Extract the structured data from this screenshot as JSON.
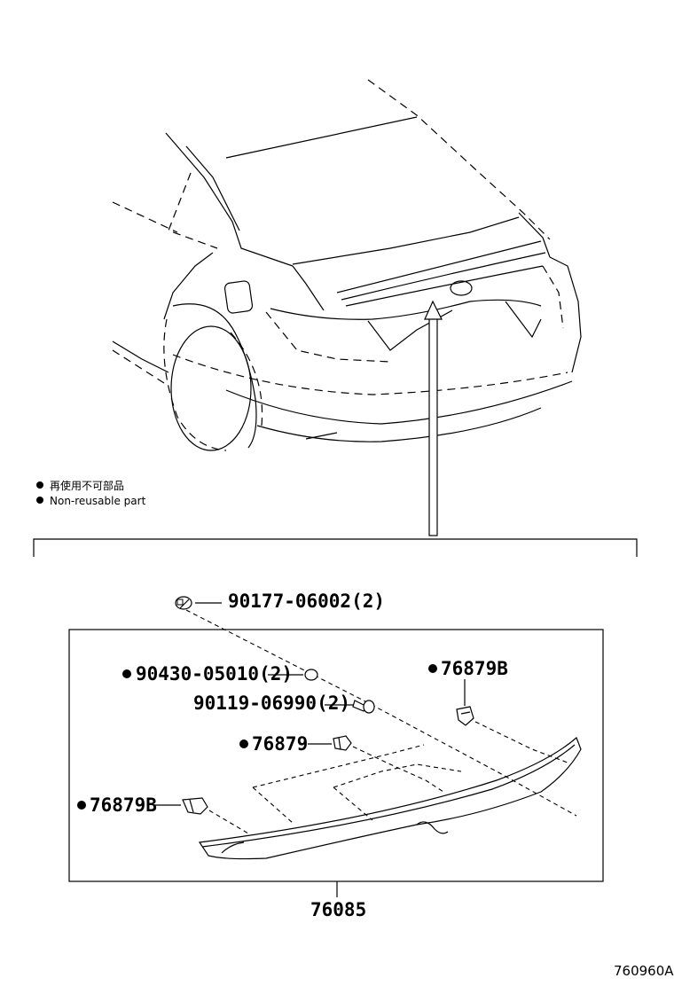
{
  "legend": {
    "line_ja": "再使用不可部品",
    "line_en": "Non-reusable part",
    "marker": "●"
  },
  "parts": {
    "screw_top": {
      "number": "90177-06002(2)",
      "non_reusable": false
    },
    "nut": {
      "number": "90430-05010(2)",
      "non_reusable": true
    },
    "bolt": {
      "number": "90119-06990(2)",
      "non_reusable": false
    },
    "clip_b_right": {
      "number": "76879B",
      "non_reusable": true
    },
    "clip_center": {
      "number": "76879",
      "non_reusable": true
    },
    "clip_b_left": {
      "number": "76879B",
      "non_reusable": true
    },
    "spoiler_assy": {
      "number": "76085",
      "non_reusable": false
    }
  },
  "figure_id": "760960A"
}
